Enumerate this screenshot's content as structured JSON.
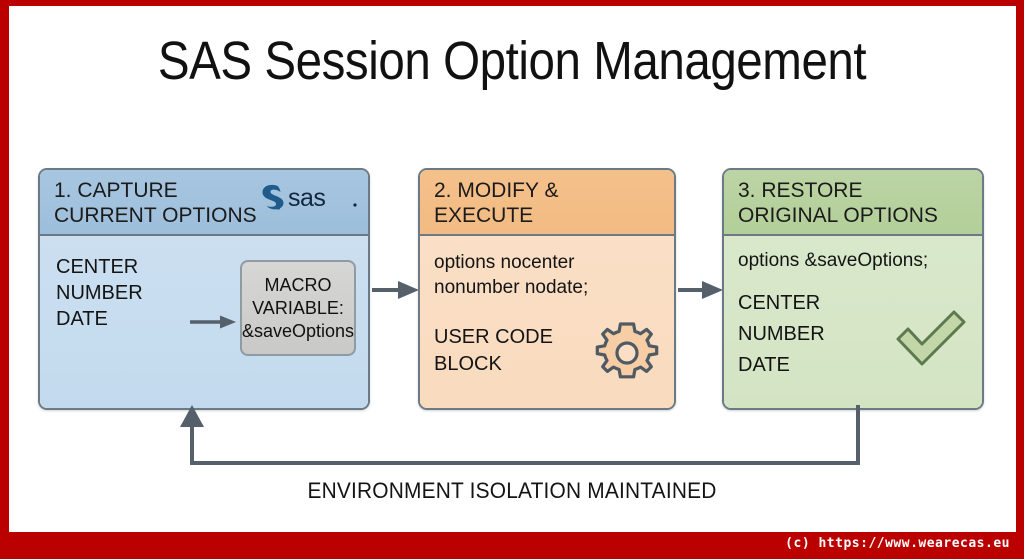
{
  "title": "SAS Session Option Management",
  "watermark": "(c) https://www.wearecas.eu",
  "colors": {
    "frame_red": "#bb0000",
    "capture_header": "#9dbedb",
    "capture_body": "#c7dcef",
    "modify_header": "#f2bb83",
    "modify_body": "#f9dcc1",
    "restore_header": "#b3cf99",
    "restore_body": "#d5e5c6",
    "outline_gray": "#6b7a85",
    "arrow_gray": "#55606b",
    "macro_chip": "#cfcfcd",
    "check_green": "#c2d6a8",
    "sas_navy": "#12263f",
    "sas_swirl_blue": "#1f5c8b"
  },
  "stages": [
    {
      "id": "capture",
      "header": "1. CAPTURE\n    CURRENT OPTIONS",
      "logo": "sas-logo",
      "options": [
        "CENTER",
        "NUMBER",
        "DATE"
      ],
      "chip_lines": [
        "MACRO",
        "VARIABLE:",
        "&saveOptions"
      ],
      "inner_arrow": "arrow-right-icon"
    },
    {
      "id": "modify",
      "header": "2. MODIFY & EXECUTE",
      "code": "options nocenter\nnonumber nodate;",
      "label": "USER CODE\nBLOCK",
      "icon": "gear-icon"
    },
    {
      "id": "restore",
      "header": "3. RESTORE\n    ORIGINAL OPTIONS",
      "code": "options &saveOptions;",
      "options": [
        "CENTER",
        "NUMBER",
        "DATE"
      ],
      "icon": "check-icon"
    }
  ],
  "connectors": [
    {
      "id": "capture-to-modify",
      "icon": "arrow-right-icon"
    },
    {
      "id": "modify-to-restore",
      "icon": "arrow-right-icon"
    }
  ],
  "feedback": {
    "caption": "ENVIRONMENT ISOLATION MAINTAINED",
    "icon": "arrow-up-icon"
  }
}
